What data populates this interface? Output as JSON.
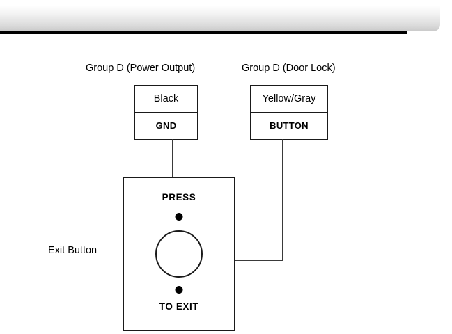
{
  "header": {
    "bar_label": "top-decorative-bar",
    "accent_color": "#000000",
    "gradient_from": "#ffffff",
    "gradient_to": "#c9c9c9"
  },
  "diagram": {
    "title_power": "Group D (Power Output)",
    "title_lock": "Group D (Door Lock)",
    "terminals": [
      {
        "wire_color": "Black",
        "signal": "GND"
      },
      {
        "wire_color": "Yellow/Gray",
        "signal": "BUTTON"
      }
    ],
    "device": {
      "side_label": "Exit Button",
      "top_text": "PRESS",
      "bottom_text": "TO EXIT"
    }
  }
}
